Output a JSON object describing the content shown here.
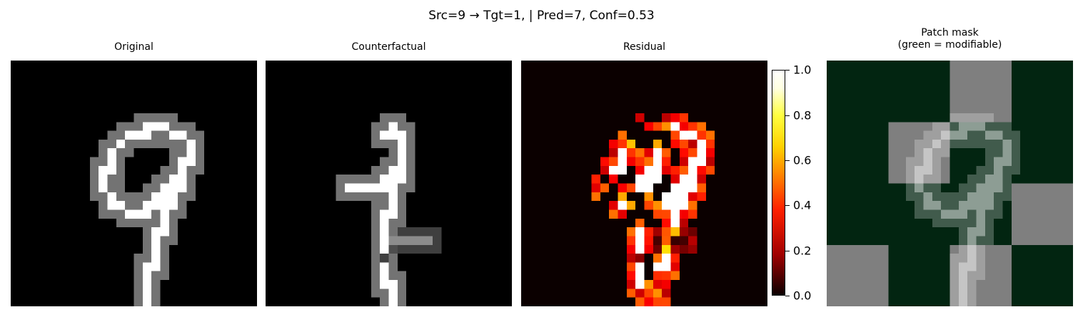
{
  "figure": {
    "suptitle": "Src=9 → Tgt=1, | Pred=7, Conf=0.53"
  },
  "panels": [
    {
      "title": "Original"
    },
    {
      "title": "Counterfactual"
    },
    {
      "title": "Residual"
    },
    {
      "title": "Patch mask\n(green = modifiable)"
    }
  ],
  "colorbar": {
    "ticks": [
      "0.0",
      "0.2",
      "0.4",
      "0.6",
      "0.8",
      "1.0"
    ],
    "colormap": "hot"
  },
  "colors": {
    "mask_green": "#022511",
    "mask_gray": "#7f7f7f"
  }
}
